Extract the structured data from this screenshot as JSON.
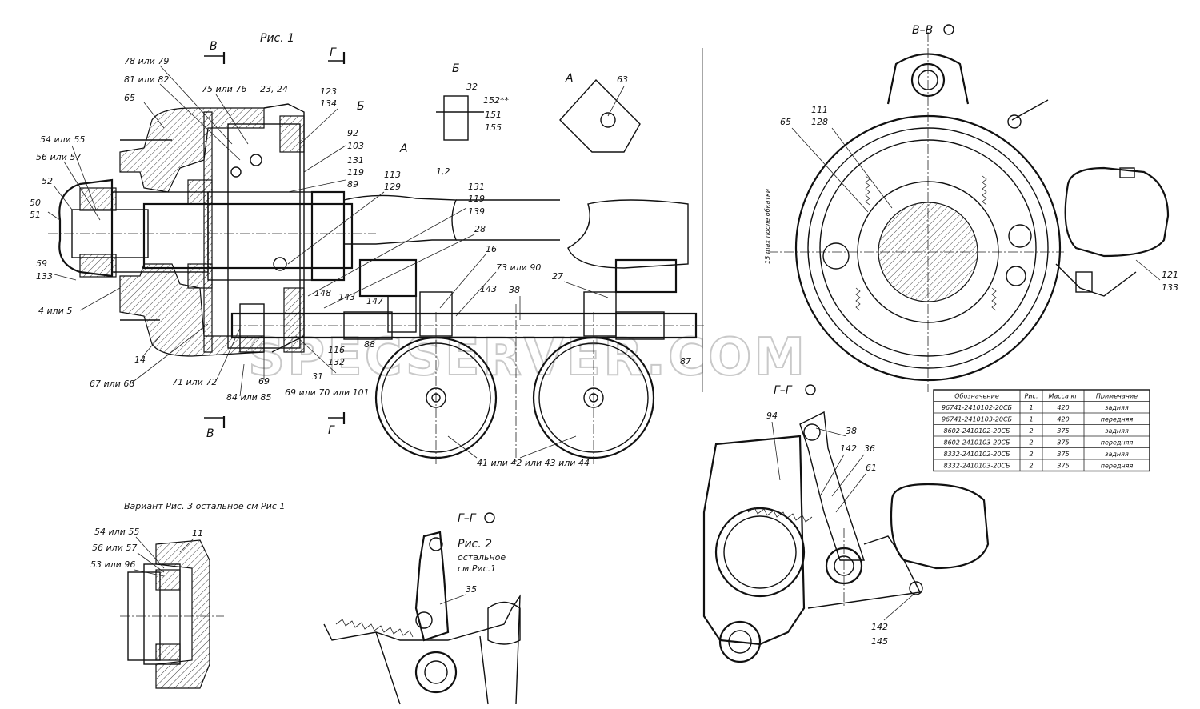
{
  "watermark": "SPECSERVER.COM",
  "titles": {
    "fig1": "Рис. 1",
    "fig2": "Рис. 2",
    "fig2_note1": "остальное",
    "fig2_note2": "см.Рис.1",
    "variant": "Вариант Рис. 3 остальное см Рис 1",
    "view_b": "Б",
    "view_a_top": "А",
    "view_a_detail": "А",
    "section_vv": "В–В",
    "section_gg_top": "Г–Г",
    "section_gg_bottom": "Г–Г",
    "cut_v_top": "В",
    "cut_v_bottom": "В",
    "cut_g_top": "Г",
    "cut_g_bottom": "Г",
    "dim_note": "15 max после обкатки"
  },
  "labels_fig1": [
    "78 или 79",
    "81 или 82",
    "75 или 76",
    "23, 24",
    "65",
    "54 или 55",
    "56 или 57",
    "52",
    "50",
    "51",
    "59",
    "133",
    "4 или 5",
    "14",
    "67 или 68",
    "71 или 72",
    "84 или 85",
    "69",
    "31",
    "69 или 70 или 101",
    "116",
    "132",
    "123",
    "134",
    "92",
    "103",
    "131",
    "119",
    "89",
    "113",
    "129",
    "1,2",
    "139",
    "28",
    "16",
    "73 или 90",
    "143",
    "38",
    "147",
    "148",
    "143",
    "88",
    "87",
    "27",
    "41 или 42 или 43 или 44",
    "32",
    "152**",
    "151",
    "155",
    "63"
  ],
  "labels_vv": [
    "65",
    "111",
    "128",
    "121",
    "133"
  ],
  "labels_gg": [
    "94",
    "38",
    "142",
    "36",
    "61",
    "142",
    "145"
  ],
  "labels_fig2": [
    "35"
  ],
  "labels_fig3": [
    "54 или 55",
    "11",
    "56 или 57",
    "53 или 96"
  ],
  "table": {
    "headers": [
      "Обозначение",
      "Рис.",
      "Масса кг",
      "Примечание"
    ],
    "rows": [
      [
        "96741-2410102-20СБ",
        "1",
        "420",
        "задняя"
      ],
      [
        "96741-2410103-20СБ",
        "1",
        "420",
        "передняя"
      ],
      [
        "8602-2410102-20СБ",
        "2",
        "375",
        "задняя"
      ],
      [
        "8602-2410103-20СБ",
        "2",
        "375",
        "передняя"
      ],
      [
        "8332-2410102-20СБ",
        "2",
        "375",
        "задняя"
      ],
      [
        "8332-2410103-20СБ",
        "2",
        "375",
        "передняя"
      ]
    ]
  }
}
